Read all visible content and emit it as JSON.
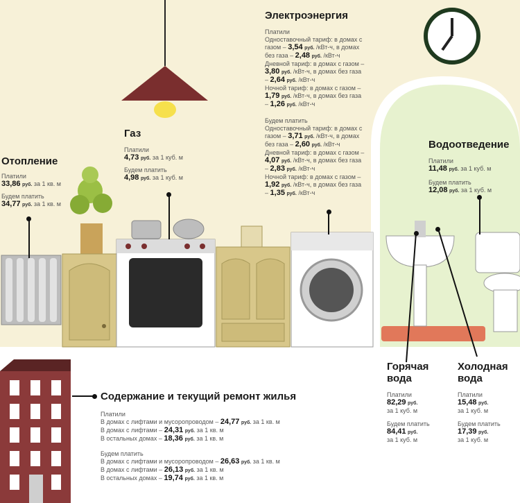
{
  "colors": {
    "background": "#f7f1d8",
    "floor": "#ffffff",
    "bathroom": "#e7f2cf",
    "lamp": "#7a2e2e",
    "cabinet": "#d8c78a",
    "building": "#8b3a3a",
    "rug": "#e1785a"
  },
  "sections": {
    "heating": {
      "title": "Отопление",
      "paid_label": "Платили",
      "paid": {
        "value": "33,86",
        "unit": "руб.",
        "rest": "за 1 кв. м"
      },
      "will_label": "Будем платить",
      "will": {
        "value": "34,77",
        "unit": "руб.",
        "rest": "за 1 кв. м"
      }
    },
    "gas": {
      "title": "Газ",
      "paid_label": "Платили",
      "paid": {
        "value": "4,73",
        "unit": "руб.",
        "rest": "за 1 куб. м"
      },
      "will_label": "Будем платить",
      "will": {
        "value": "4,98",
        "unit": "руб.",
        "rest": "за 1 куб. м"
      }
    },
    "electricity": {
      "title": "Электроэнергия",
      "paid_label": "Платили",
      "paid_lines": [
        {
          "pre": "Одноставочный тариф: в домах с",
          "value": "",
          "unit": "",
          "post": ""
        },
        {
          "pre": "газом –",
          "value": "3,54",
          "unit": "руб.",
          "post": "/кВт-ч, в домах"
        },
        {
          "pre": "без газа –",
          "value": "2,48",
          "unit": "руб.",
          "post": "/кВт-ч"
        },
        {
          "pre": "Дневной тариф: в домах с газом –",
          "value": "",
          "unit": "",
          "post": ""
        },
        {
          "pre": "",
          "value": "3,80",
          "unit": "руб.",
          "post": "/кВт-ч, в домах без газа"
        },
        {
          "pre": "–",
          "value": "2,64",
          "unit": "руб.",
          "post": "/кВт-ч"
        },
        {
          "pre": "Ночной тариф: в домах с газом –",
          "value": "",
          "unit": "",
          "post": ""
        },
        {
          "pre": "",
          "value": "1,79",
          "unit": "руб.",
          "post": "/кВт-ч, в домах без газа"
        },
        {
          "pre": "–",
          "value": "1,26",
          "unit": "руб.",
          "post": "/кВт-ч"
        }
      ],
      "will_label": "Будем платить",
      "will_lines": [
        {
          "pre": "Одноставочный тариф: в домах с",
          "value": "",
          "unit": "",
          "post": ""
        },
        {
          "pre": "газом –",
          "value": "3,71",
          "unit": "руб.",
          "post": "/кВт-ч, в домах"
        },
        {
          "pre": "без газа –",
          "value": "2,60",
          "unit": "руб.",
          "post": "/кВт-ч"
        },
        {
          "pre": "Дневной тариф: в домах с газом –",
          "value": "",
          "unit": "",
          "post": ""
        },
        {
          "pre": "",
          "value": "4,07",
          "unit": "руб.",
          "post": "/кВт-ч, в домах без газа"
        },
        {
          "pre": "–",
          "value": "2,83",
          "unit": "руб.",
          "post": "/кВт-ч"
        },
        {
          "pre": "Ночной тариф: в домах с газом –",
          "value": "",
          "unit": "",
          "post": ""
        },
        {
          "pre": "",
          "value": "1,92",
          "unit": "руб.",
          "post": "/кВт-ч, в домах без газа"
        },
        {
          "pre": "–",
          "value": "1,35",
          "unit": "руб.",
          "post": "/кВт-ч"
        }
      ]
    },
    "drainage": {
      "title": "Водоотведение",
      "paid_label": "Платили",
      "paid": {
        "value": "11,48",
        "unit": "руб.",
        "rest": "за 1 куб. м"
      },
      "will_label": "Будем платить",
      "will": {
        "value": "12,08",
        "unit": "руб.",
        "rest": "за 1 куб. м"
      }
    },
    "hot_water": {
      "title_line1": "Горячая",
      "title_line2": "вода",
      "paid_label": "Платили",
      "paid": {
        "value": "82,29",
        "unit": "руб.",
        "rest": "за 1 куб. м"
      },
      "will_label": "Будем платить",
      "will": {
        "value": "84,41",
        "unit": "руб.",
        "rest": "за 1 куб. м"
      }
    },
    "cold_water": {
      "title_line1": "Холодная",
      "title_line2": "вода",
      "paid_label": "Платили",
      "paid": {
        "value": "15,48",
        "unit": "руб.",
        "rest": "за 1 куб. м"
      },
      "will_label": "Будем платить",
      "will": {
        "value": "17,39",
        "unit": "руб.",
        "rest": "за 1 куб. м"
      }
    },
    "maintenance": {
      "title": "Содержание и текущий ремонт жилья",
      "paid_label": "Платили",
      "paid_lines": [
        {
          "pre": "В домах с лифтами и мусоропроводом –",
          "value": "24,77",
          "unit": "руб.",
          "post": "за 1 кв. м"
        },
        {
          "pre": "В домах с лифтами –",
          "value": "24,31",
          "unit": "руб.",
          "post": "за 1 кв. м"
        },
        {
          "pre": "В остальных домах –",
          "value": "18,36",
          "unit": "руб.",
          "post": "за 1 кв. м"
        }
      ],
      "will_label": "Будем платить",
      "will_lines": [
        {
          "pre": "В домах с лифтами и мусоропроводом –",
          "value": "26,63",
          "unit": "руб.",
          "post": "за 1 кв. м"
        },
        {
          "pre": "В домах с лифтами –",
          "value": "26,13",
          "unit": "руб.",
          "post": "за 1 кв. м"
        },
        {
          "pre": "В остальных домах –",
          "value": "19,74",
          "unit": "руб.",
          "post": "за 1 кв. м"
        }
      ]
    }
  }
}
